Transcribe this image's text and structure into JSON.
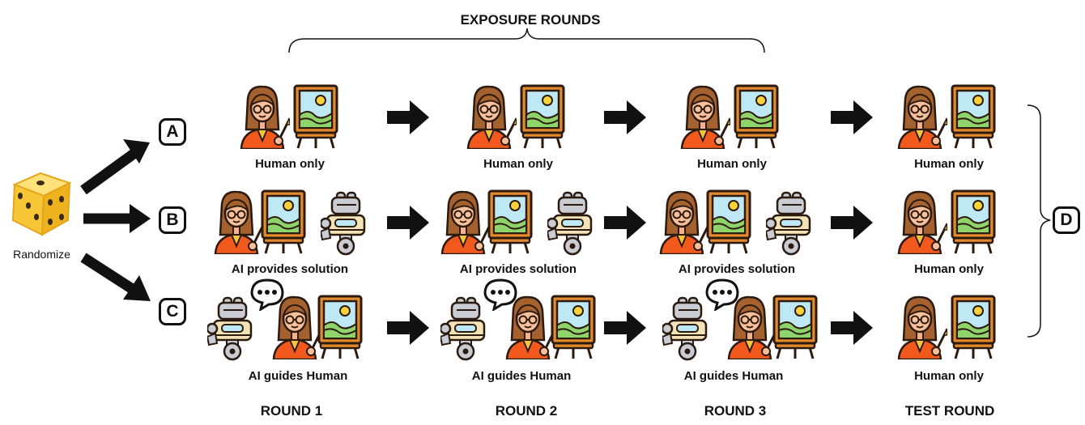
{
  "header": {
    "title": "EXPOSURE ROUNDS"
  },
  "randomize_label": "Randomize",
  "groups": {
    "a": {
      "letter": "A",
      "labels": [
        "Human only",
        "Human only",
        "Human only",
        "Human only"
      ]
    },
    "b": {
      "letter": "B",
      "labels": [
        "AI provides solution",
        "AI provides solution",
        "AI provides solution",
        "Human only"
      ]
    },
    "c": {
      "letter": "C",
      "labels": [
        "AI guides Human",
        "AI guides Human",
        "AI guides Human",
        "Human only"
      ]
    }
  },
  "outcome_letter": "D",
  "rounds": [
    "ROUND 1",
    "ROUND 2",
    "ROUND 3",
    "TEST ROUND"
  ],
  "colors": {
    "accent_orange": "#f25a1d",
    "dice_yellow": "#f7c637",
    "robot_gray": "#c9cdd3",
    "canvas_blue": "#bfe8f5"
  },
  "icons": [
    "dice-icon",
    "artist-icon",
    "easel-icon",
    "robot-icon",
    "speech-bubble-icon",
    "arrow-icon",
    "brace-icon"
  ]
}
